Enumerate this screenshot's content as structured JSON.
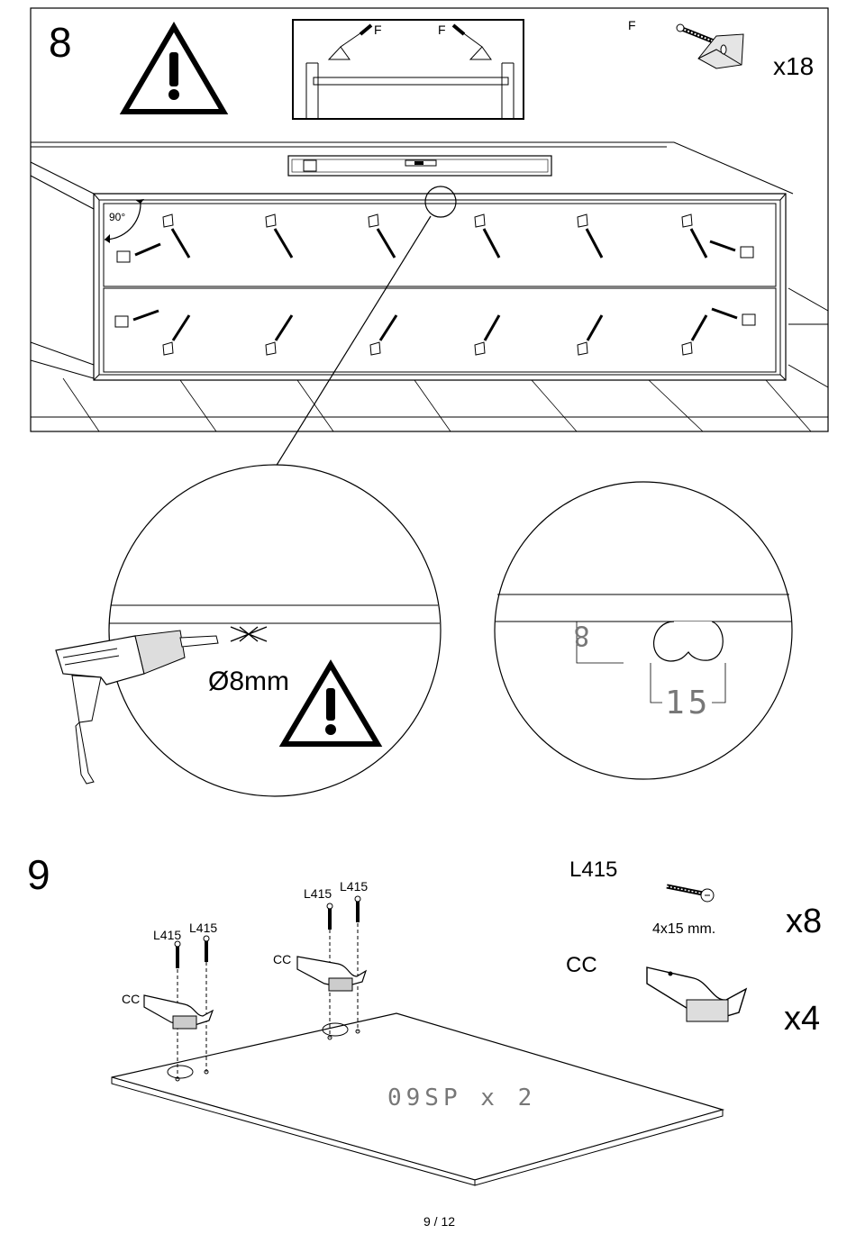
{
  "step8": {
    "number": "8",
    "part_label": "F",
    "callout_labels": [
      "F",
      "F"
    ],
    "quantity": "x18",
    "angle_label": "90°",
    "drill_diameter": "Ø8mm",
    "dimension_depth": "8",
    "dimension_width": "15"
  },
  "step9": {
    "number": "9",
    "screw_label": "L415",
    "screw_size": "4x15 mm.",
    "screw_quantity": "x8",
    "hinge_label": "CC",
    "hinge_quantity": "x4",
    "board_label": "09SP x 2",
    "callouts": [
      {
        "screw_a": "L415",
        "screw_b": "L415",
        "hinge": "CC"
      },
      {
        "screw_a": "L415",
        "screw_b": "L415",
        "hinge": "CC"
      }
    ]
  },
  "footer": {
    "page": "9 / 12"
  },
  "icons": [
    "warning-icon",
    "screw-icon",
    "corner-bracket-icon",
    "drill-icon",
    "hinge-icon",
    "spirit-level-icon"
  ]
}
